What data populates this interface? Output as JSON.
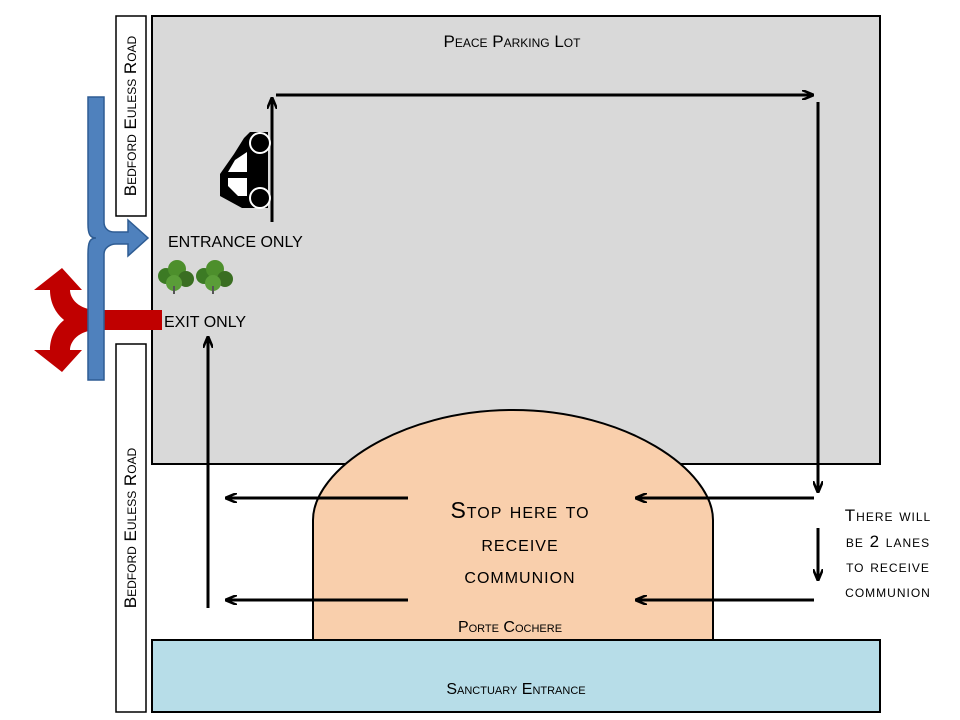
{
  "road_upper_label": "Bedford Euless Road",
  "road_lower_label": "Bedford Euless Road",
  "parking_lot_label": "Peace Parking Lot",
  "entrance_label": "ENTRANCE ONLY",
  "exit_label": "EXIT ONLY",
  "stop_line1": "Stop here to",
  "stop_line2": "receive",
  "stop_line3": "communion",
  "porte_cochere_label": "Porte Cochere",
  "sanctuary_label": "Sanctuary Entrance",
  "lanes_line1": "There will",
  "lanes_line2": "be 2 lanes",
  "lanes_line3": "to receive",
  "lanes_line4": "communion",
  "colors": {
    "parking_lot": "#d9d9d9",
    "porte_cochere": "#f9cfac",
    "sanctuary": "#b7dde8",
    "entrance_arrow": "#4f81bd",
    "exit_arrow": "#c00000"
  },
  "icons": [
    "car-icon",
    "shrub-icon"
  ]
}
